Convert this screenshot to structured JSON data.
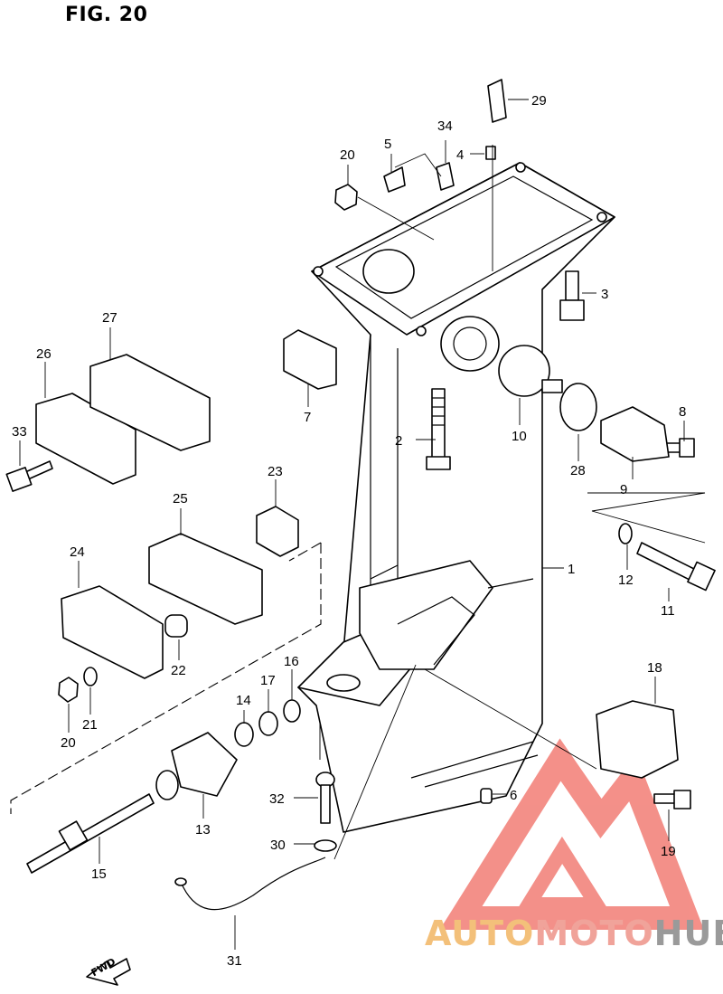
{
  "figure": {
    "title": "FIG. 20"
  },
  "callouts": [
    {
      "id": "c1",
      "label": "1"
    },
    {
      "id": "c2",
      "label": "2"
    },
    {
      "id": "c3",
      "label": "3"
    },
    {
      "id": "c4",
      "label": "4"
    },
    {
      "id": "c5",
      "label": "5"
    },
    {
      "id": "c6",
      "label": "6"
    },
    {
      "id": "c7",
      "label": "7"
    },
    {
      "id": "c8",
      "label": "8"
    },
    {
      "id": "c9",
      "label": "9"
    },
    {
      "id": "c10",
      "label": "10"
    },
    {
      "id": "c11",
      "label": "11"
    },
    {
      "id": "c12",
      "label": "12"
    },
    {
      "id": "c13",
      "label": "13"
    },
    {
      "id": "c14",
      "label": "14"
    },
    {
      "id": "c15",
      "label": "15"
    },
    {
      "id": "c16",
      "label": "16"
    },
    {
      "id": "c17",
      "label": "17"
    },
    {
      "id": "c18",
      "label": "18"
    },
    {
      "id": "c19",
      "label": "19"
    },
    {
      "id": "c20a",
      "label": "20"
    },
    {
      "id": "c20b",
      "label": "20"
    },
    {
      "id": "c21",
      "label": "21"
    },
    {
      "id": "c22",
      "label": "22"
    },
    {
      "id": "c23",
      "label": "23"
    },
    {
      "id": "c24",
      "label": "24"
    },
    {
      "id": "c25",
      "label": "25"
    },
    {
      "id": "c26",
      "label": "26"
    },
    {
      "id": "c27",
      "label": "27"
    },
    {
      "id": "c28",
      "label": "28"
    },
    {
      "id": "c29",
      "label": "29"
    },
    {
      "id": "c30",
      "label": "30"
    },
    {
      "id": "c31",
      "label": "31"
    },
    {
      "id": "c32",
      "label": "32"
    },
    {
      "id": "c33",
      "label": "33"
    },
    {
      "id": "c34",
      "label": "34"
    }
  ],
  "fwd_label": "FWD",
  "watermark": {
    "part1": "AUTO",
    "part2": "MOTO",
    "part3": "HUB",
    "color_a": "#f3c07a",
    "color_b": "#f0a39a",
    "color_c": "#9a9a9a"
  }
}
